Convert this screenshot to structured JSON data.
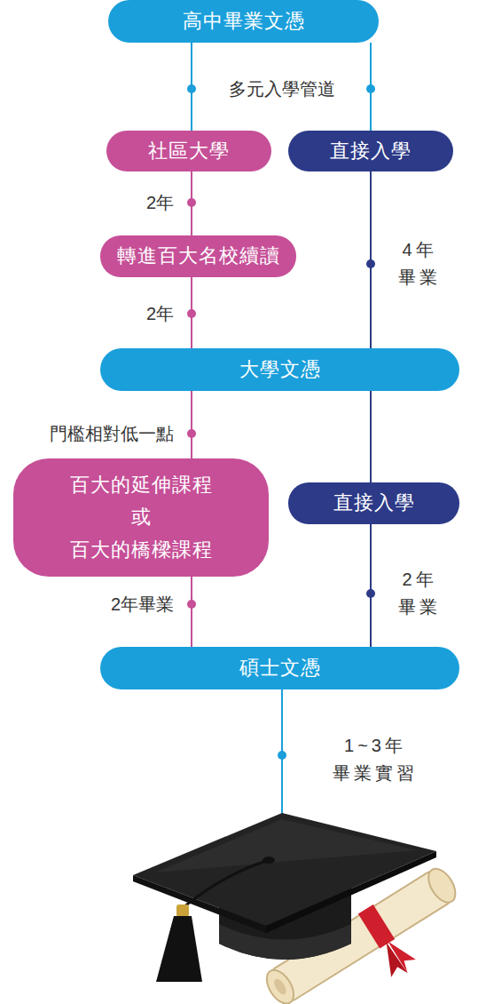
{
  "diagram": {
    "nodes": [
      {
        "text": [
          "高中畢業文憑"
        ]
      },
      {
        "text": [
          "社區大學"
        ]
      },
      {
        "text": [
          "直接入學"
        ]
      },
      {
        "text": [
          "轉進百大名校續讀"
        ]
      },
      {
        "text": [
          "大學文憑"
        ]
      },
      {
        "text": [
          "百大的延伸課程 或 百大的橋樑課程"
        ]
      },
      {
        "text": [
          "直接入學"
        ]
      },
      {
        "text": [
          "碩士文憑"
        ]
      }
    ],
    "edges": [
      {
        "from": 0,
        "to": 1,
        "arrow": "none"
      },
      {
        "from": 0,
        "to": 2,
        "arrow": "none"
      },
      {
        "from": 1,
        "to": 3,
        "label": "2年",
        "arrow": "none"
      },
      {
        "from": 3,
        "to": 4,
        "label": "2年",
        "arrow": "none"
      },
      {
        "from": 2,
        "to": 4,
        "label": "4年 畢業",
        "arrow": "none"
      },
      {
        "from": 4,
        "to": 5,
        "label": "門檻相對低一點",
        "arrow": "none"
      },
      {
        "from": 4,
        "to": 6,
        "arrow": "none"
      },
      {
        "from": 6,
        "to": 7,
        "label": "2年 畢業",
        "arrow": "none"
      },
      {
        "from": 5,
        "to": 7,
        "label": "2年畢業",
        "arrow": "none"
      }
    ],
    "labels": [
      "多元入學管道",
      "1~3年 畢業實習"
    ]
  }
}
